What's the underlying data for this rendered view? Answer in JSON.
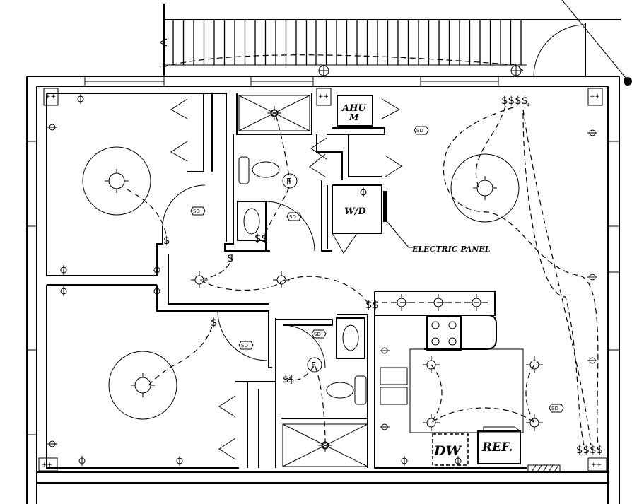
{
  "labels": {
    "ahu": "AHU",
    "m": "M",
    "wd": "W/D",
    "electric_panel": "ELECTRIC PANEL",
    "dw": "DW",
    "ref": "REF."
  },
  "symbols": {
    "smoke_detector": "SD",
    "fan": "F",
    "switch_quad_top": "$$$$",
    "switch_sub": "4",
    "switch_quad_bottom": "$$$$",
    "switch_double_bath": "$$",
    "switch_double_kitchen": "$$",
    "switch_single": "$",
    "switch_bath2": "$$"
  }
}
